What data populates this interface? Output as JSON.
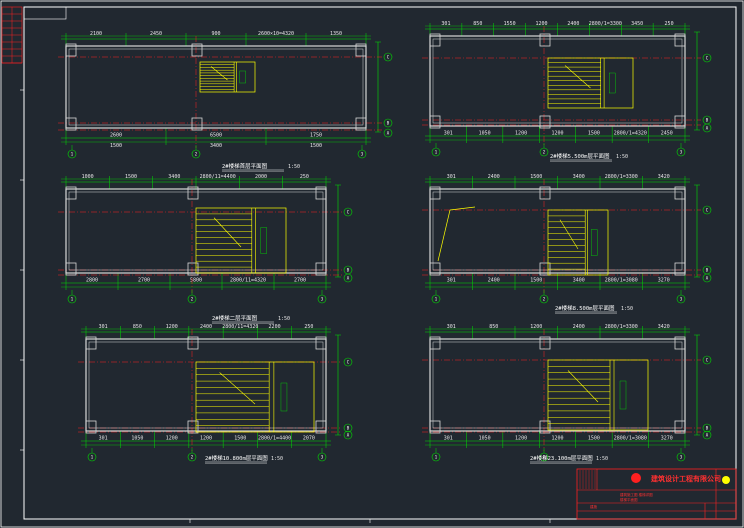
{
  "colors": {
    "background": "#212830",
    "frame": "#ffffff",
    "dimension": "#00e000",
    "axis": "#ff2020",
    "stair": "#ffff00",
    "wall": "#d8d8d8",
    "titleblock": "#ff2020"
  },
  "titleblock": {
    "company": "建筑设计工程有限公司",
    "line1": "建筑施工图 楼梯详图",
    "line2": "楼梯平面图",
    "sheet": "建施"
  },
  "drawings": [
    {
      "id": "p1",
      "title": "2#楼梯首层平面图",
      "scale": "1:50",
      "top_dims": [
        "2100",
        "2450",
        "900",
        "2600×10=4320",
        "1350"
      ],
      "bottom_dims": [
        "2600",
        "6500",
        "1750"
      ],
      "bottom_dims2": [
        "1500",
        "3400",
        "1500"
      ],
      "axis_bottom": [
        "1",
        "2",
        "3"
      ],
      "axis_right": [
        "C",
        "B",
        "A"
      ]
    },
    {
      "id": "p2",
      "title": "2#楼梯5.500m层平面图",
      "scale": "1:50",
      "top_dims": [
        "301",
        "850",
        "1550",
        "1200",
        "2400",
        "2800/1=3300",
        "3450",
        "250"
      ],
      "bottom_dims": [
        "301",
        "1050",
        "1200",
        "1200",
        "1500",
        "2800/1=4320",
        "2450"
      ],
      "axis_bottom": [
        "1",
        "2",
        "3"
      ],
      "axis_right": [
        "C",
        "B",
        "A"
      ]
    },
    {
      "id": "p3",
      "title": "2#楼梯二层平面图",
      "scale": "1:50",
      "top_dims": [
        "1000",
        "1500",
        "3400",
        "2800/11=4400",
        "2000",
        "250"
      ],
      "bottom_dims": [
        "2800",
        "2700",
        "5800",
        "2800/11=4320",
        "2700"
      ],
      "axis_bottom": [
        "1",
        "2",
        "3"
      ],
      "axis_right": [
        "C",
        "B",
        "A"
      ]
    },
    {
      "id": "p4",
      "title": "2#楼梯8.500m层平面图",
      "scale": "1:50",
      "top_dims": [
        "301",
        "2400",
        "1500",
        "3400",
        "2800/1=3300",
        "3420"
      ],
      "bottom_dims": [
        "301",
        "2400",
        "1500",
        "3400",
        "2800/1=3080",
        "3270"
      ],
      "axis_bottom": [
        "1",
        "2",
        "3"
      ],
      "axis_right": [
        "C",
        "B",
        "A"
      ]
    },
    {
      "id": "p5",
      "title": "2#楼梯10.800m层平面图",
      "scale": "1:50",
      "top_dims": [
        "301",
        "850",
        "1200",
        "2400",
        "2800/11=4320",
        "2200",
        "250"
      ],
      "bottom_dims": [
        "301",
        "1050",
        "1200",
        "1200",
        "1500",
        "2800/1=4400",
        "2070"
      ],
      "axis_bottom": [
        "1",
        "2",
        "3"
      ],
      "axis_right": [
        "C",
        "B",
        "A"
      ]
    },
    {
      "id": "p6",
      "title": "2#楼梯23.100m层平面图",
      "scale": "1:50",
      "top_dims": [
        "301",
        "850",
        "1200",
        "2400",
        "2800/1=3300",
        "3420"
      ],
      "bottom_dims": [
        "301",
        "1050",
        "1200",
        "1200",
        "1500",
        "2800/1=3080",
        "3270"
      ],
      "axis_bottom": [
        "1",
        "2",
        "3"
      ],
      "axis_right": [
        "C",
        "B",
        "A"
      ]
    }
  ]
}
